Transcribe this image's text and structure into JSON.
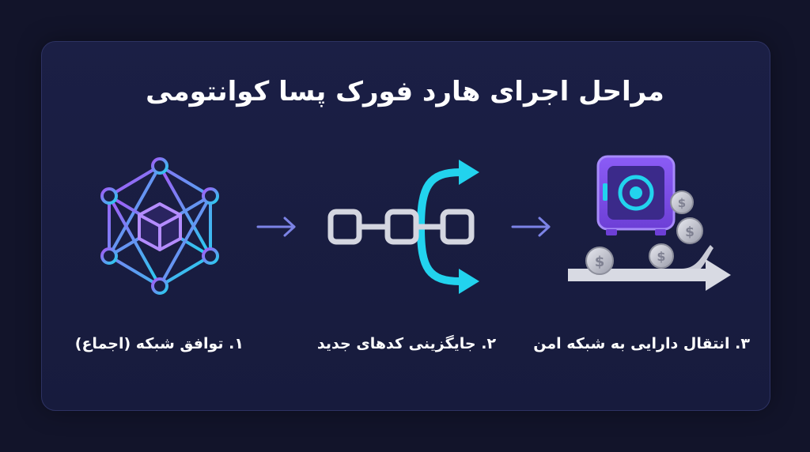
{
  "title": "مراحل اجرای هارد فورک پسا کوانتومی",
  "steps": [
    {
      "label": "۱. توافق شبکه (اجماع)",
      "icon": "network-cube-icon"
    },
    {
      "label": "۲. جایگزینی کدهای جدید",
      "icon": "chain-fork-icon"
    },
    {
      "label": "۳. انتقال دارایی به شبکه امن",
      "icon": "vault-coins-icon"
    }
  ],
  "colors": {
    "background": "#12142a",
    "card": "#1b1f45",
    "purple": "#8b5cf6",
    "cyan": "#22d3ee",
    "arrow": "#7c83e6"
  }
}
